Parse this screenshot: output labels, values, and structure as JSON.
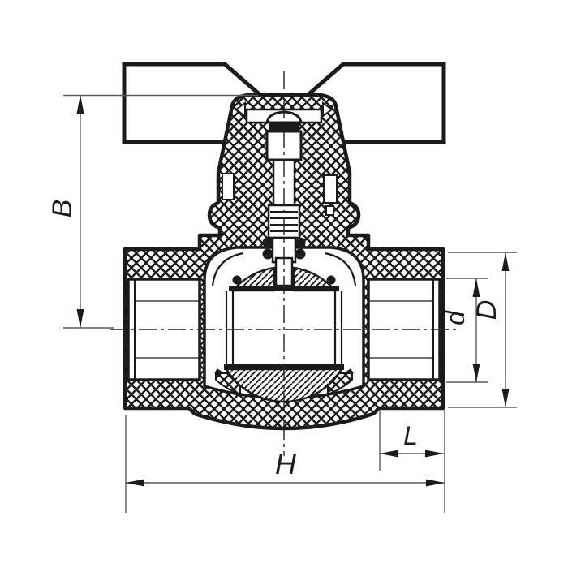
{
  "drawing": {
    "kind": "ball-valve cross-section technical drawing",
    "dimension_labels": {
      "B": "B",
      "d": "d",
      "D": "D",
      "L": "L",
      "H": "H"
    },
    "colors": {
      "background": "#ffffff",
      "outline": "#1b1b1b",
      "dimension_line": "#5a5a5a",
      "arrow": "#1b1b1b"
    }
  }
}
